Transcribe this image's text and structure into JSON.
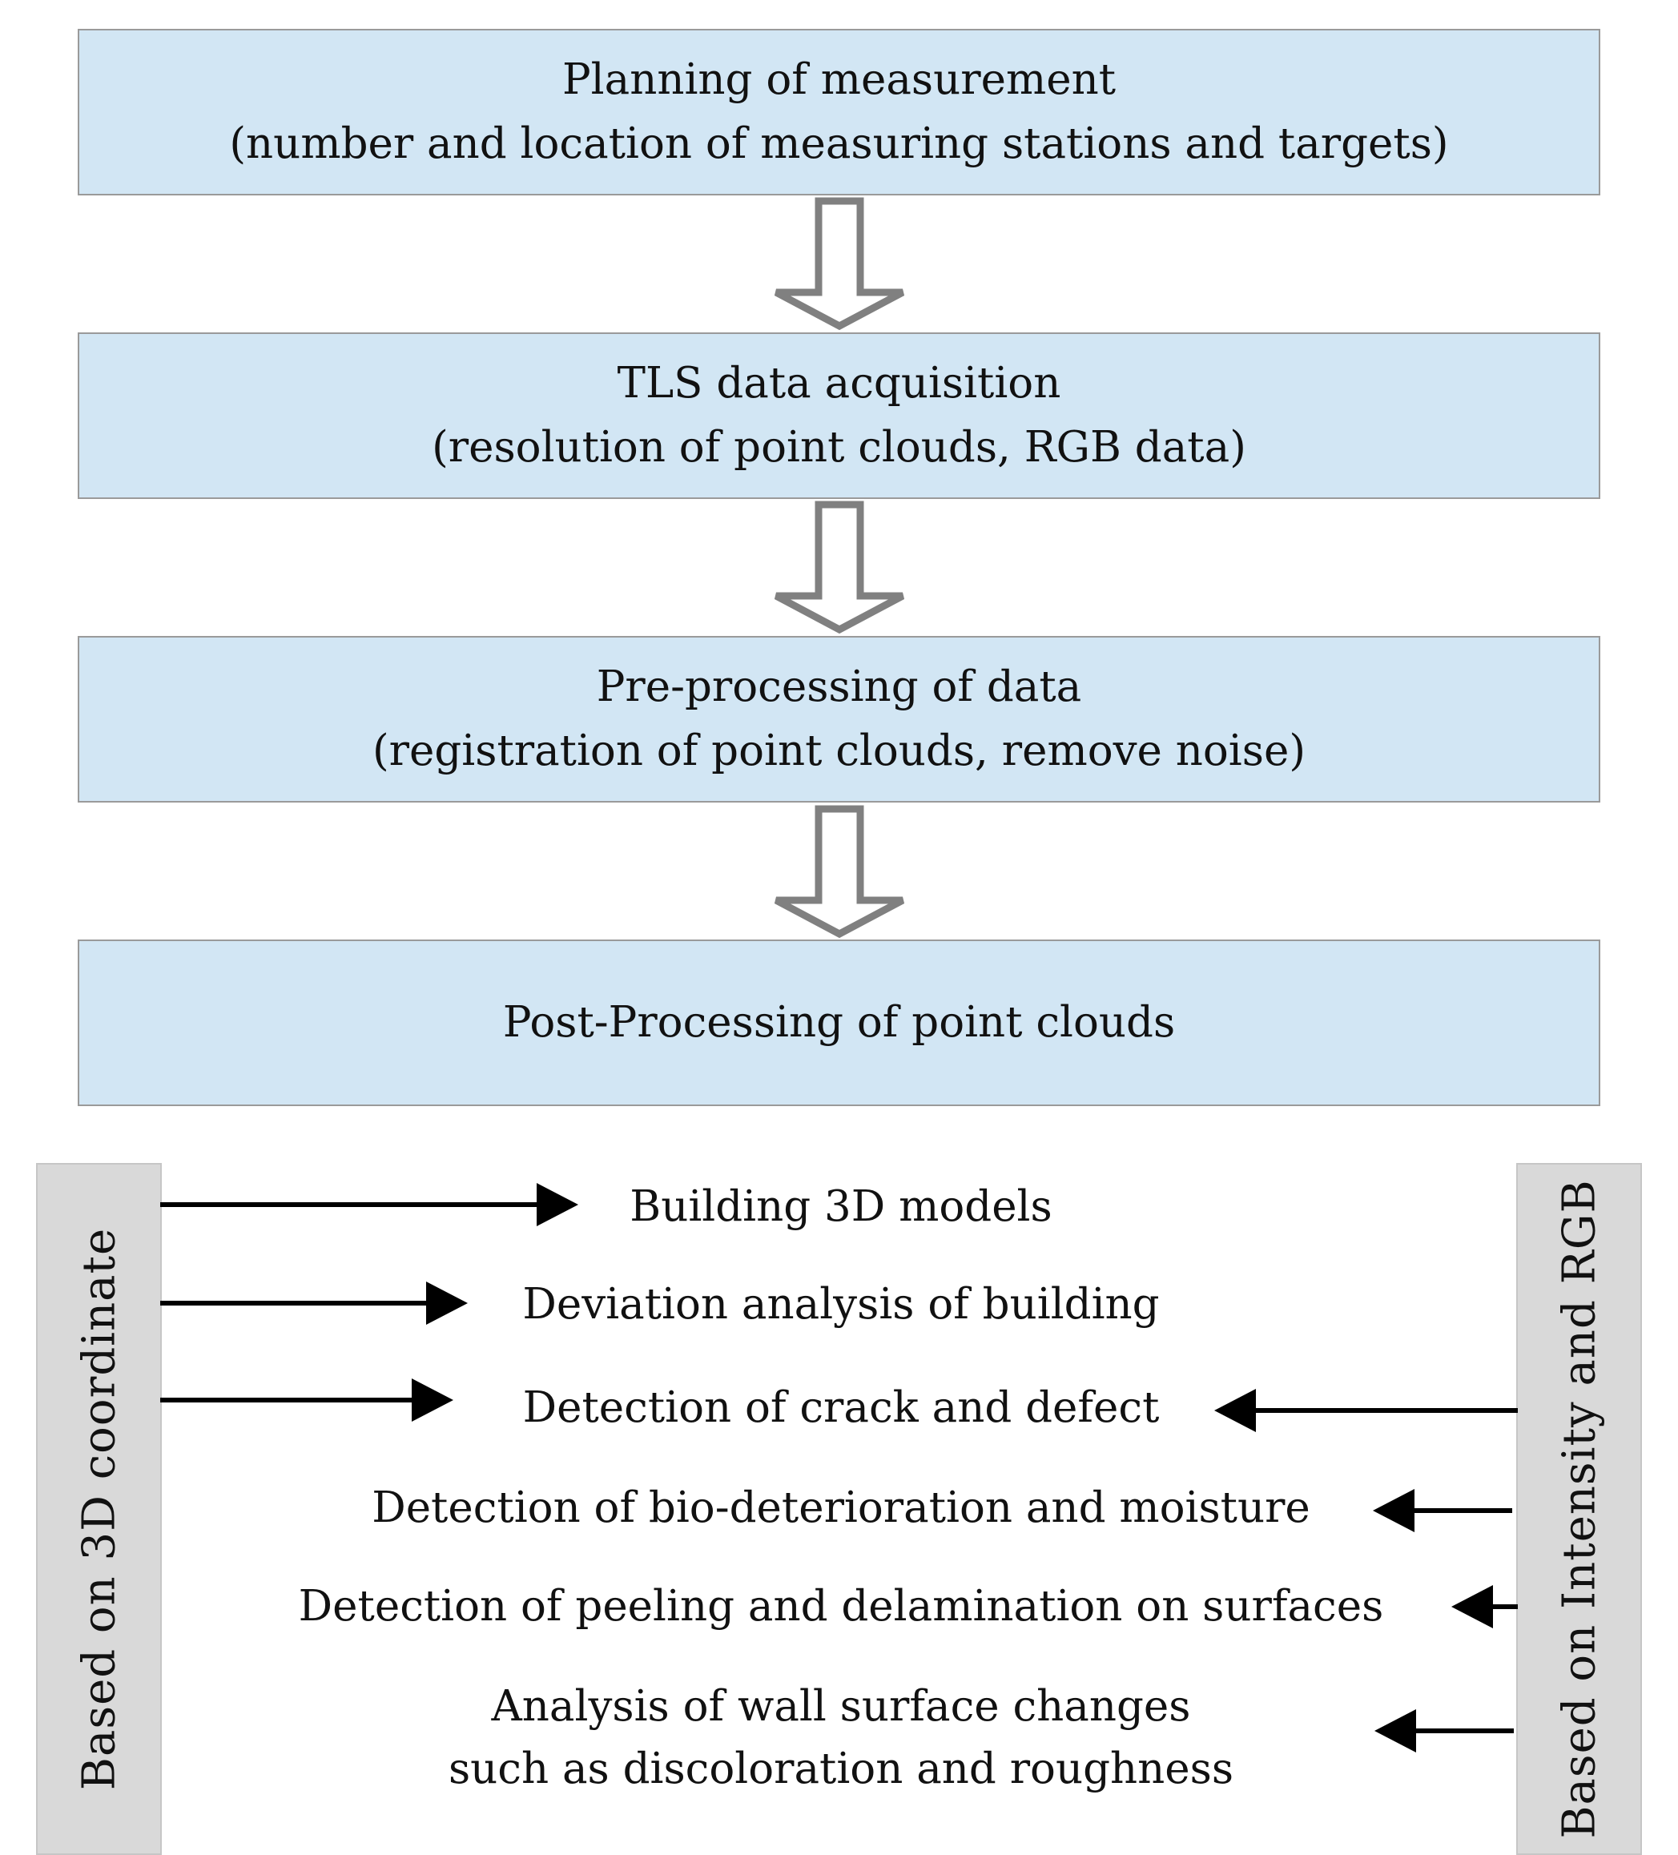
{
  "steps": [
    {
      "title": "Planning of measurement",
      "detail": "(number and location of measuring stations and targets)"
    },
    {
      "title": "TLS data acquisition",
      "detail": "(resolution of point clouds, RGB data)"
    },
    {
      "title": "Pre-processing of data",
      "detail": "(registration of point clouds, remove noise)"
    },
    {
      "title": "Post-Processing of point clouds"
    }
  ],
  "left_group": {
    "label": "Based on 3D  coordinate"
  },
  "right_group": {
    "label": "Based on Intensity and RGB"
  },
  "applications": [
    {
      "label": "Building 3D models"
    },
    {
      "label": "Deviation analysis of building"
    },
    {
      "label": "Detection of crack and defect"
    },
    {
      "label": "Detection of bio-deterioration and moisture"
    },
    {
      "label": "Detection of peeling and delamination on surfaces"
    },
    {
      "label": "Analysis of wall surface changes",
      "label2": "such as discoloration and roughness"
    }
  ],
  "colors": {
    "step_fill": "#d2e6f4",
    "step_border": "#9a9a9a",
    "flow_arrow": "#808080",
    "side_fill": "#d9d9d9",
    "pointer_arrow": "#000000"
  }
}
